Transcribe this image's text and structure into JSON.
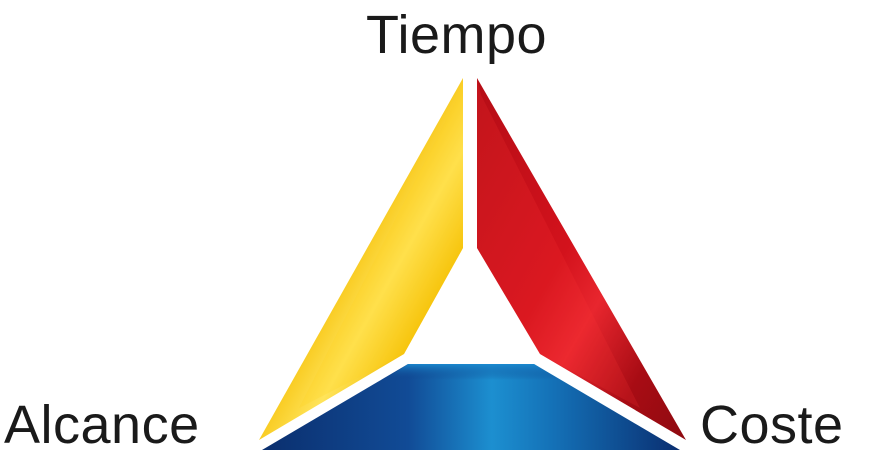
{
  "labels": {
    "top": "Tiempo",
    "left": "Alcance",
    "right": "Coste"
  },
  "segments": [
    {
      "name": "left-segment",
      "color": "#f2b400",
      "highlight": "#ffe24a"
    },
    {
      "name": "right-segment",
      "color": "#c0101a",
      "highlight": "#e2222c"
    },
    {
      "name": "bottom-segment",
      "color": "#0e3f86",
      "highlight": "#1a86c8"
    }
  ]
}
